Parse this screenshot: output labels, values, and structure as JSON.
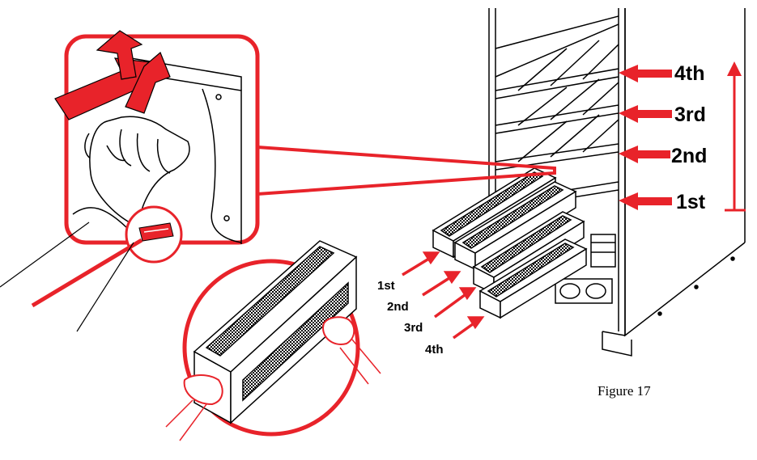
{
  "figure": {
    "caption": "Figure 17"
  },
  "shelf_labels": [
    "4th",
    "3rd",
    "2nd",
    "1st"
  ],
  "module_labels": [
    "1st",
    "2nd",
    "3rd",
    "4th"
  ],
  "colors": {
    "arrow_red": "#e8232a",
    "outline": "#000000",
    "background": "#ffffff"
  },
  "icons": {
    "lift_arrow": "double-arrow-up-icon",
    "release_latch": "latch-lever-icon",
    "direction_up": "arrow-up-icon"
  }
}
